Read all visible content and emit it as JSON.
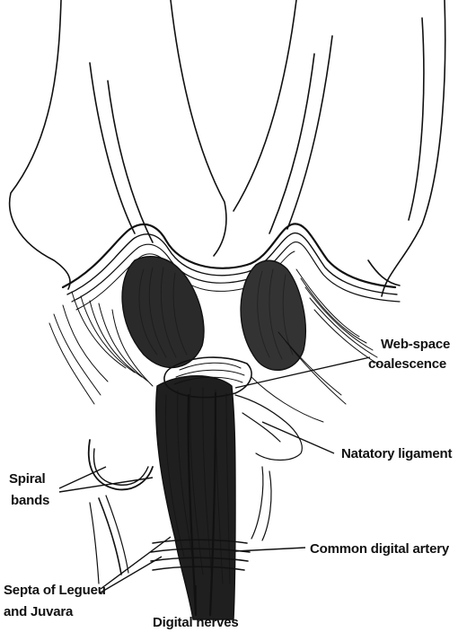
{
  "diagram": {
    "labels": {
      "web_space_line1": "Web-space",
      "web_space_line2": "coalescence",
      "natatory": "Natatory ligament",
      "spiral_line1": "Spiral",
      "spiral_line2": "bands",
      "artery": "Common digital artery",
      "septa_line1": "Septa of Legueu",
      "septa_line2": "and Juvara",
      "nerves": "Digital nerves"
    }
  }
}
